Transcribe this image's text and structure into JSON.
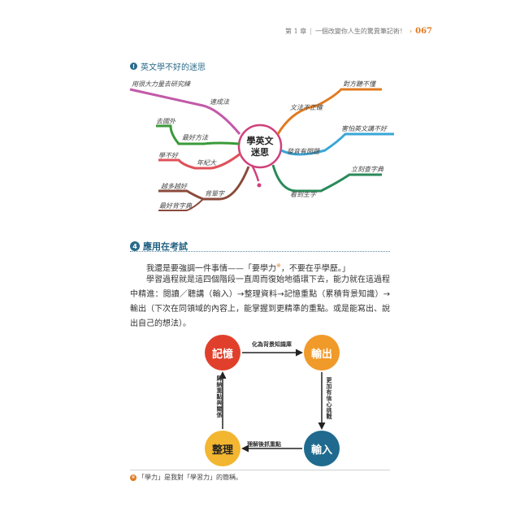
{
  "header": {
    "chapter": "第 1 章",
    "separator": "|",
    "chapter_title": "一個改變你人生的驚異筆記術！",
    "arrow": "›",
    "page_number": "067"
  },
  "section1": {
    "badge": "!",
    "title": "英文學不好的迷思"
  },
  "mindmap": {
    "center_line1": "學英文",
    "center_line2": "迷思",
    "left": {
      "branch1": {
        "label": "速成法",
        "leaf": "用很大力量去研究練"
      },
      "branch2": {
        "label": "最好方法",
        "leaf": "去國外"
      },
      "branch3": {
        "label": "年紀大",
        "leaf": "學不好"
      },
      "branch4": {
        "label": "背單字",
        "leaf1": "越多越好",
        "leaf2": "最好背字典"
      }
    },
    "right": {
      "branch1": {
        "label": "文法不正確",
        "leaf": "對方聽不懂"
      },
      "branch2": {
        "label": "發音有問題",
        "leaf": "害怕英文講不好"
      },
      "branch3": {
        "label": "看到生字",
        "leaf": "立刻查字典"
      }
    },
    "colors": {
      "left1": "#c25aa8",
      "left2": "#3a9a3a",
      "left3": "#e0505a",
      "left4": "#8a4a3a",
      "right1": "#e07a20",
      "right2": "#3aa6d6",
      "right3": "#2a8a5a",
      "center": "#d0407a"
    }
  },
  "section2": {
    "badge": "4",
    "title": "應用在考試"
  },
  "paragraphs": {
    "p1_a": "我還是要強調一件事情——「要學力",
    "p1_sup": "※",
    "p1_b": "，不要在乎學歷。」",
    "p2": "學習過程就是這四個階段一直周而復始地循環下去，能力就在這過程中精進：閱讀／聽講（輸入）→整理資料→記憶重點（累積背景知識）→輸出（下次在同領域的內容上，能掌握到更精準的重點。或是能寫出、說出自己的想法）。"
  },
  "cycle": {
    "nodes": {
      "memory": "記憶",
      "output": "輸出",
      "input": "輸入",
      "organize": "整理"
    },
    "labels": {
      "top": "化為背景知識庫",
      "right": "更加有信心挑戰",
      "bottom": "理解後抓重點",
      "left": "歸納重點與關係"
    },
    "colors": {
      "memory": "#e0402b",
      "output": "#f09a2a",
      "input": "#1f6a8e",
      "organize": "#f2b630"
    }
  },
  "footnote": {
    "mark": "※",
    "text": "「學力」是我對「學習力」的簡稱。"
  }
}
